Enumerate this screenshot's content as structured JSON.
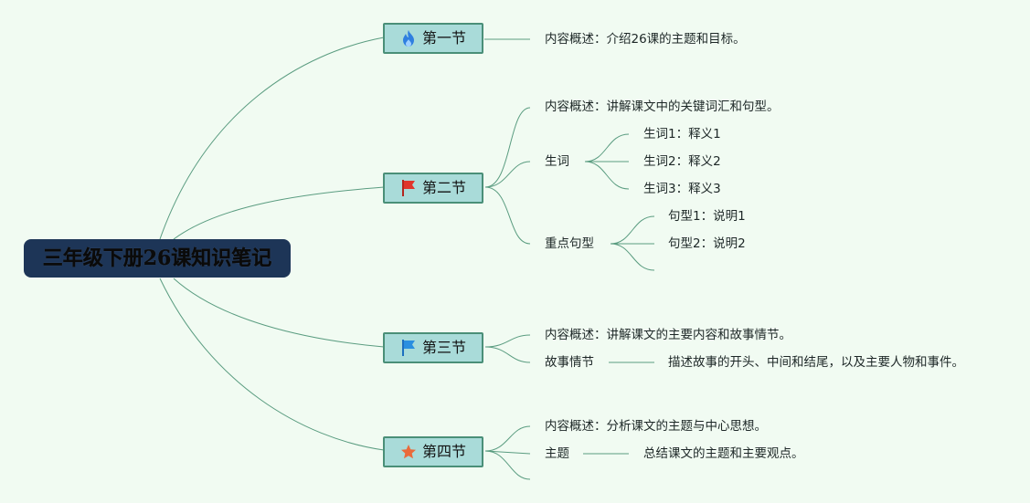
{
  "root": {
    "title": "三年级下册26课知识笔记"
  },
  "sections": [
    {
      "label": "第一节",
      "icon": "fire-icon",
      "icon_color": "#2f7fe0",
      "items": [
        {
          "text": "内容概述：介绍26课的主题和目标。"
        }
      ]
    },
    {
      "label": "第二节",
      "icon": "red-flag-icon",
      "icon_color": "#e0352b",
      "items": [
        {
          "text": "内容概述：讲解课文中的关键词汇和句型。"
        },
        {
          "text": "生词",
          "children": [
            "生词1：释义1",
            "生词2：释义2",
            "生词3：释义3"
          ]
        },
        {
          "text": "重点句型",
          "children": [
            "句型1：说明1",
            "句型2：说明2"
          ]
        }
      ]
    },
    {
      "label": "第三节",
      "icon": "blue-flag-icon",
      "icon_color": "#2a8fe0",
      "items": [
        {
          "text": "内容概述：讲解课文的主要内容和故事情节。"
        },
        {
          "text": "故事情节",
          "children": [
            "描述故事的开头、中间和结尾，以及主要人物和事件。"
          ]
        }
      ]
    },
    {
      "label": "第四节",
      "icon": "star-icon",
      "icon_color": "#ea6a3a",
      "items": [
        {
          "text": "内容概述：分析课文的主题与中心思想。"
        },
        {
          "text": "主题",
          "children": [
            "总结课文的主题和主要观点。"
          ]
        }
      ]
    }
  ],
  "colors": {
    "background": "#f1fbf2",
    "root_fill": "#1d3557",
    "section_fill": "#a9dbd9",
    "section_border": "#4a8f78",
    "connector": "#5a9c80"
  }
}
